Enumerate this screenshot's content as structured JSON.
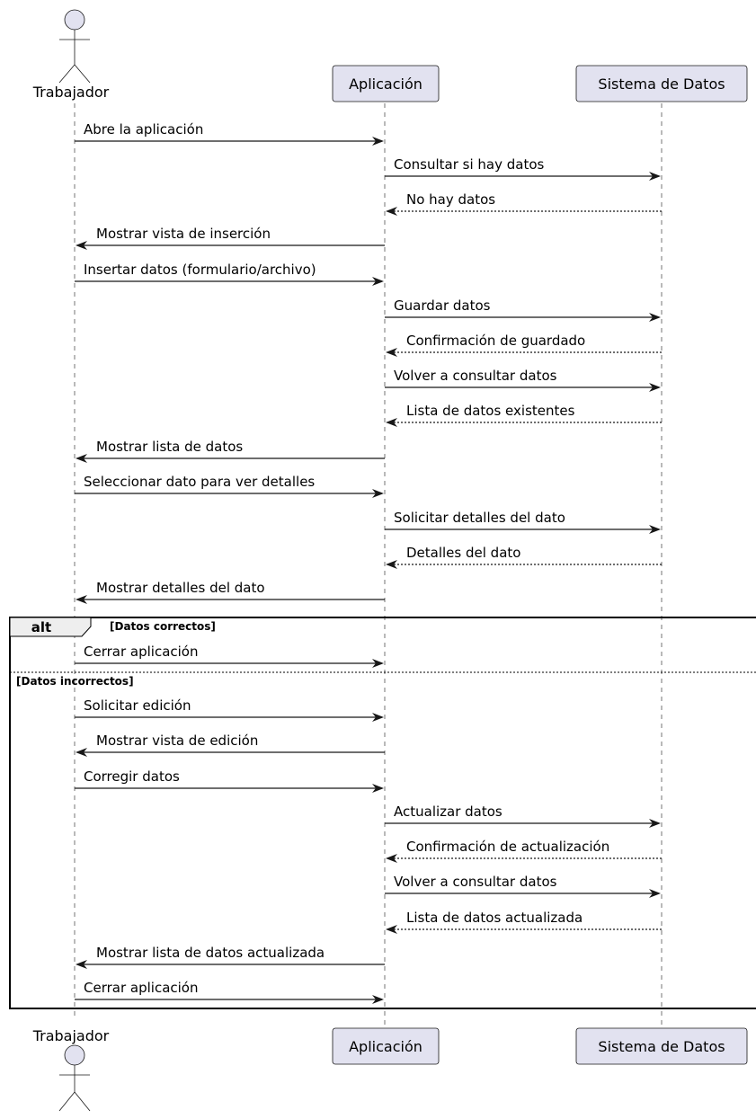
{
  "participants": {
    "worker": "Trabajador",
    "app": "Aplicación",
    "data_system": "Sistema de Datos"
  },
  "messages": [
    {
      "text": "Abre la aplicación",
      "from": "worker",
      "to": "app",
      "style": "solid"
    },
    {
      "text": "Consultar si hay datos",
      "from": "app",
      "to": "data_system",
      "style": "solid"
    },
    {
      "text": "No hay datos",
      "from": "data_system",
      "to": "app",
      "style": "dashed"
    },
    {
      "text": "Mostrar vista de inserción",
      "from": "app",
      "to": "worker",
      "style": "solid"
    },
    {
      "text": "Insertar datos (formulario/archivo)",
      "from": "worker",
      "to": "app",
      "style": "solid"
    },
    {
      "text": "Guardar datos",
      "from": "app",
      "to": "data_system",
      "style": "solid"
    },
    {
      "text": "Confirmación de guardado",
      "from": "data_system",
      "to": "app",
      "style": "dashed"
    },
    {
      "text": "Volver a consultar datos",
      "from": "app",
      "to": "data_system",
      "style": "solid"
    },
    {
      "text": "Lista de datos existentes",
      "from": "data_system",
      "to": "app",
      "style": "dashed"
    },
    {
      "text": "Mostrar lista de datos",
      "from": "app",
      "to": "worker",
      "style": "solid"
    },
    {
      "text": "Seleccionar dato para ver detalles",
      "from": "worker",
      "to": "app",
      "style": "solid"
    },
    {
      "text": "Solicitar detalles del dato",
      "from": "app",
      "to": "data_system",
      "style": "solid"
    },
    {
      "text": "Detalles del dato",
      "from": "data_system",
      "to": "app",
      "style": "dashed"
    },
    {
      "text": "Mostrar detalles del dato",
      "from": "app",
      "to": "worker",
      "style": "solid"
    },
    {
      "text": "Cerrar aplicación",
      "from": "worker",
      "to": "app",
      "style": "solid"
    },
    {
      "text": "Solicitar edición",
      "from": "worker",
      "to": "app",
      "style": "solid"
    },
    {
      "text": "Mostrar vista de edición",
      "from": "app",
      "to": "worker",
      "style": "solid"
    },
    {
      "text": "Corregir datos",
      "from": "worker",
      "to": "app",
      "style": "solid"
    },
    {
      "text": "Actualizar datos",
      "from": "app",
      "to": "data_system",
      "style": "solid"
    },
    {
      "text": "Confirmación de actualización",
      "from": "data_system",
      "to": "app",
      "style": "dashed"
    },
    {
      "text": "Volver a consultar datos",
      "from": "app",
      "to": "data_system",
      "style": "solid"
    },
    {
      "text": "Lista de datos actualizada",
      "from": "data_system",
      "to": "app",
      "style": "dashed"
    },
    {
      "text": "Mostrar lista de datos actualizada",
      "from": "app",
      "to": "worker",
      "style": "solid"
    },
    {
      "text": "Cerrar aplicación",
      "from": "worker",
      "to": "app",
      "style": "solid"
    }
  ],
  "alt_frame": {
    "keyword": "alt",
    "guard_correct": "[Datos correctos]",
    "guard_incorrect": "[Datos incorrectos]"
  },
  "colors": {
    "participant_fill": "#E2E2F0",
    "line": "#181818",
    "frame_tab_fill": "#EEEEEE"
  }
}
